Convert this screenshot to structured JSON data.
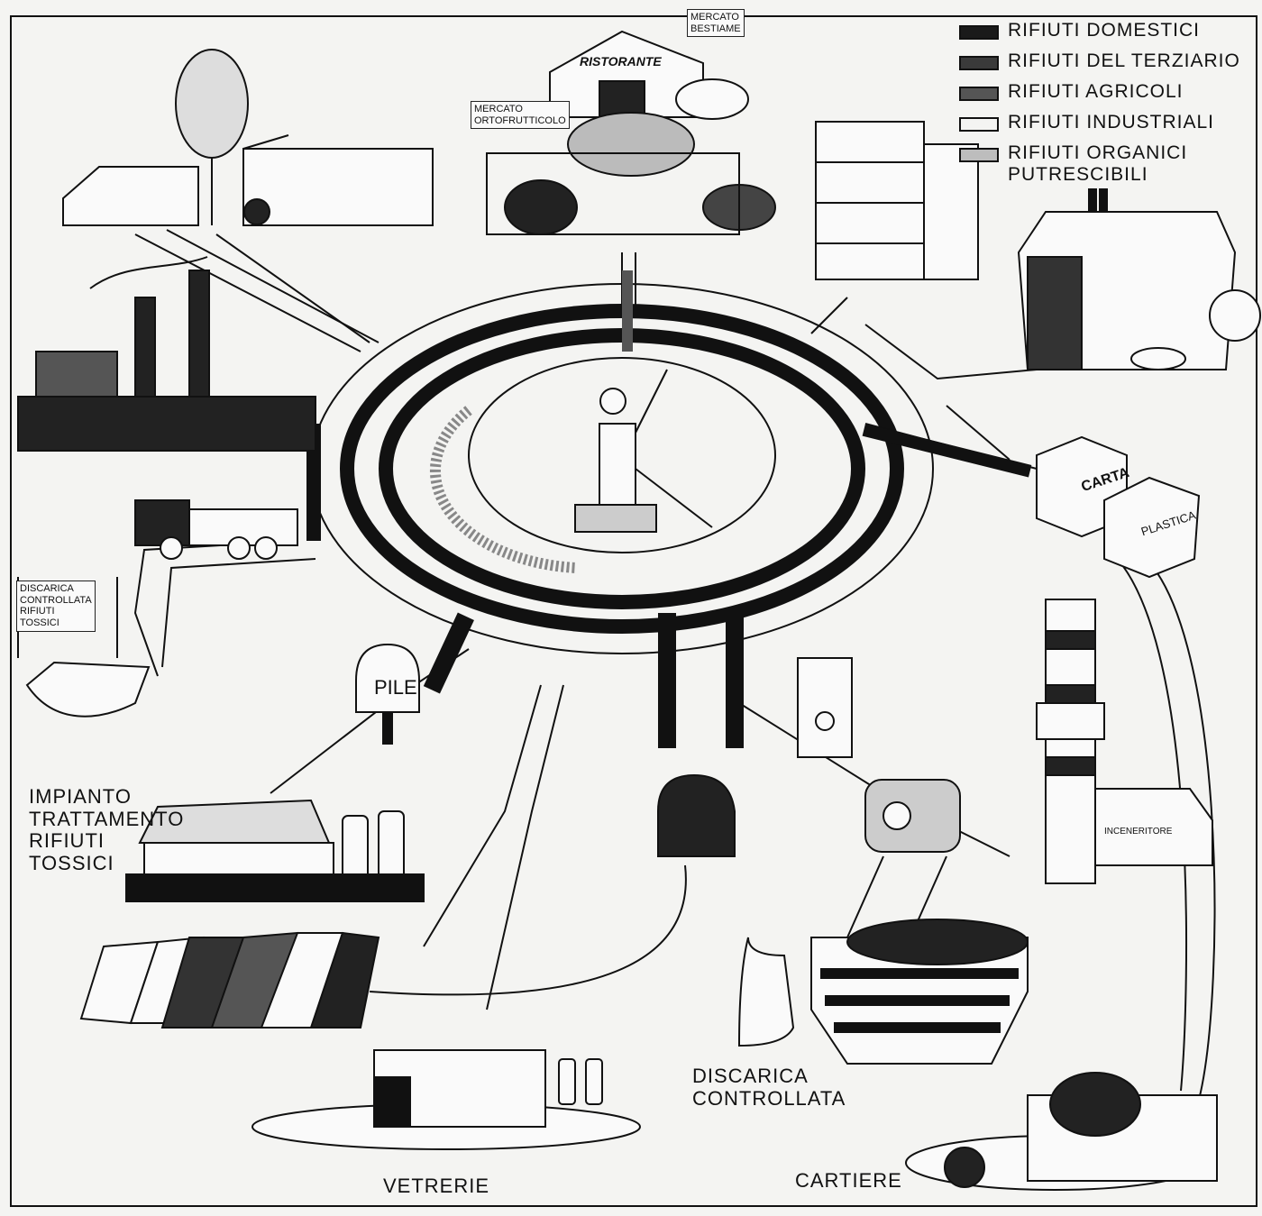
{
  "legend": {
    "items": [
      {
        "label": "RIFIUTI DOMESTICI",
        "fill": "#1a1a1a"
      },
      {
        "label": "RIFIUTI DEL TERZIARIO",
        "fill": "#3a3a3a"
      },
      {
        "label": "RIFIUTI AGRICOLI",
        "fill": "#555555"
      },
      {
        "label": "RIFIUTI INDUSTRIALI",
        "fill": "#f4f4f2"
      },
      {
        "label": "RIFIUTI ORGANICI\nPUTRESCIBILI",
        "fill": "#bdbdbd"
      }
    ]
  },
  "signs": {
    "ristorante": "RISTORANTE",
    "mercato_bestiame": "MERCATO\nBESTIAME",
    "mercato_ortofrutticolo": "MERCATO\nORTOFRUTTICOLO",
    "discarica_tossici": "DISCARICA\nCONTROLLATA\nRIFIUTI\nTOSSICI",
    "pile": "PILE",
    "carta": "CARTA",
    "plastica": "PLASTICA",
    "inceneritore": "INCENERITORE"
  },
  "labels": {
    "impianto": "IMPIANTO\nTRATTAMENTO\nRIFIUTI\nTOSSICI",
    "discarica": "DISCARICA\nCONTROLLATA",
    "vetrerie": "VETRERIE",
    "cartiere": "CARTIERE"
  },
  "colors": {
    "ink": "#111111",
    "paper": "#f4f4f2",
    "grey": "#bdbdbd"
  }
}
